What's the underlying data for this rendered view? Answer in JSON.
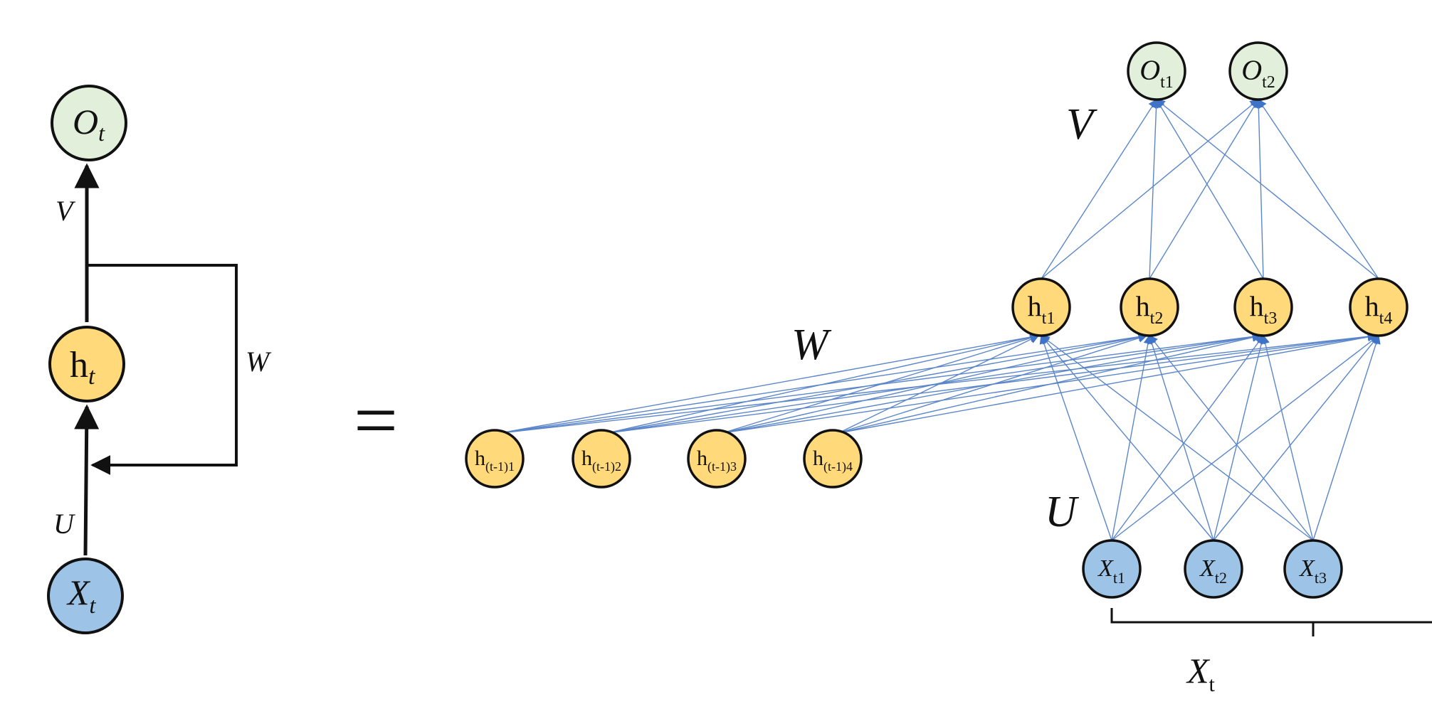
{
  "colors": {
    "output_fill": "#e2efda",
    "hidden_fill": "#ffd97a",
    "input_fill": "#9dc3e6",
    "edge_blue": "#5b86c9",
    "arrow_blue": "#3e73c8",
    "stroke": "#111111"
  },
  "folded": {
    "output": {
      "main": "O",
      "sub": "t"
    },
    "hidden": {
      "main": "h",
      "sub": "t"
    },
    "input": {
      "main": "X",
      "sub": "t"
    },
    "label_V": "V",
    "label_W": "W",
    "label_U": "U"
  },
  "equals": "=",
  "unfolded": {
    "outputs": [
      {
        "main": "O",
        "sub": "t1"
      },
      {
        "main": "O",
        "sub": "t2"
      }
    ],
    "hidden": [
      {
        "main": "h",
        "sub": "t1"
      },
      {
        "main": "h",
        "sub": "t2"
      },
      {
        "main": "h",
        "sub": "t3"
      },
      {
        "main": "h",
        "sub": "t4"
      }
    ],
    "prev_hidden": [
      {
        "main": "h",
        "sub": "(t-1)1"
      },
      {
        "main": "h",
        "sub": "(t-1)2"
      },
      {
        "main": "h",
        "sub": "(t-1)3"
      },
      {
        "main": "h",
        "sub": "(t-1)4"
      }
    ],
    "inputs": [
      {
        "main": "X",
        "sub": "t1"
      },
      {
        "main": "X",
        "sub": "t2"
      },
      {
        "main": "X",
        "sub": "t3"
      }
    ],
    "label_V": "V",
    "label_W": "W",
    "label_U": "U",
    "brace_label": {
      "main": "X",
      "sub": "t"
    }
  }
}
